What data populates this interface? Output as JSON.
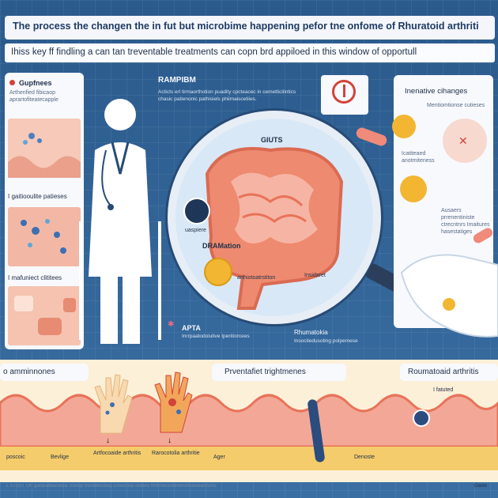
{
  "header": {
    "title": "The process the changen the in fut but microbime happening pefor tne onfome of Rhuratoid arthriti",
    "subtitle": "Ihiss key ff findling a can tan treventable treatments can copn brd appiloed in this window of opportull"
  },
  "left_panel": {
    "heading": "Gupfnees",
    "caption": "Arthenfied fibicaop aprartofiteatecapple",
    "label_middle": "I gaitiooulite patieses",
    "label_lower": "I mafuniect clititees"
  },
  "center": {
    "tag_top": "RAMPIBM",
    "text_top": "Acticts erl tirmaorthotion puadity cpcteacec in cemetticilintics chasic patienonic pathisiels phiimaiscetiies.",
    "lens_label": "GIUTS",
    "circle_label": "uaspiere",
    "dream_heading": "DRAMation",
    "dream_text": "arthiotoatrstiton",
    "arrow_label": "Insidaret",
    "apta_heading": "APTA",
    "apta_text": "Inrrpaatodoiutive Iperitiorcees",
    "rheum_heading": "Rhumatokia",
    "rheum_text": "Insocitedusoting polpemese"
  },
  "right_panel": {
    "heading": "Inenative cihanges",
    "text_top": "Mentiomtionse cutieses",
    "text_mid": "Icatiteaed anotmiteness",
    "text_low": "Ausaers prrenentiniste ctrecntnrs Imaitures hasestatiges"
  },
  "bottom": {
    "label_left": "o amminnones",
    "label_center": "Prventafiet trightmenes",
    "label_right": "Roumatoaid arthritis",
    "label_right_sub": "I fatuted",
    "axis_labels": [
      "poscoic",
      "Bevlige",
      "Artfocoaide arthritis",
      "Rarocotolia arthritie",
      "Ager",
      "Denoste",
      "Oaste"
    ],
    "footnote": "L ST5ST OF ganieatitianiosa: Imiciip treretttiestieg cnteerotie obeleo hntrnelcemerenotmiteeiiestcms"
  },
  "colors": {
    "background": "#2f5d8f",
    "panel": "#f7f9fd",
    "gut": "#e8735a",
    "bacteria_yellow": "#f2b632",
    "accent_red": "#d2433a"
  }
}
